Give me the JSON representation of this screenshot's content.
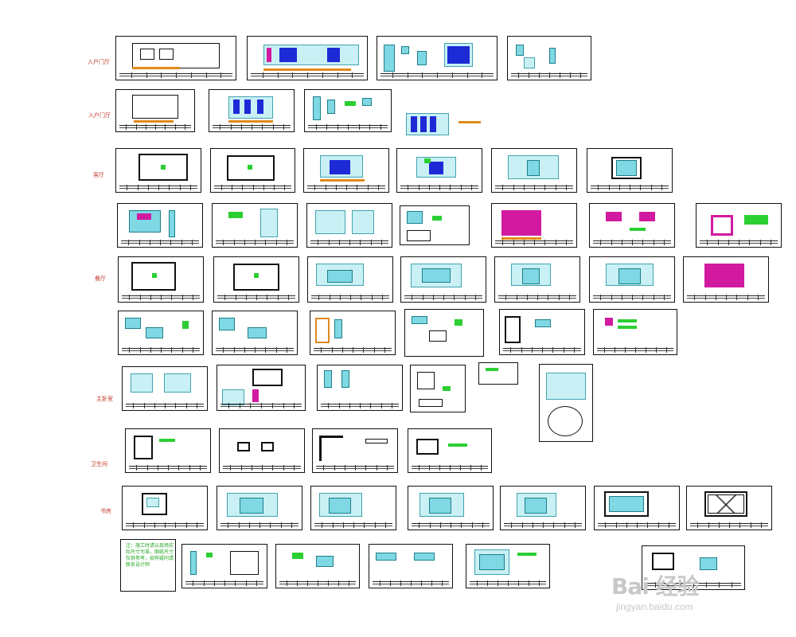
{
  "row_labels": [
    "入户门厅",
    "入户门厅",
    "客厅",
    "",
    "餐厅",
    "",
    "主卧室",
    "卫生间",
    "书房",
    ""
  ],
  "memo_text": "注：施工时请以现场实际尺寸为准，图纸尺寸仅供参考，如有疑问请联系设计师",
  "watermark": {
    "logo": "Bai 经验",
    "url": "jingyan.baidu.com"
  }
}
